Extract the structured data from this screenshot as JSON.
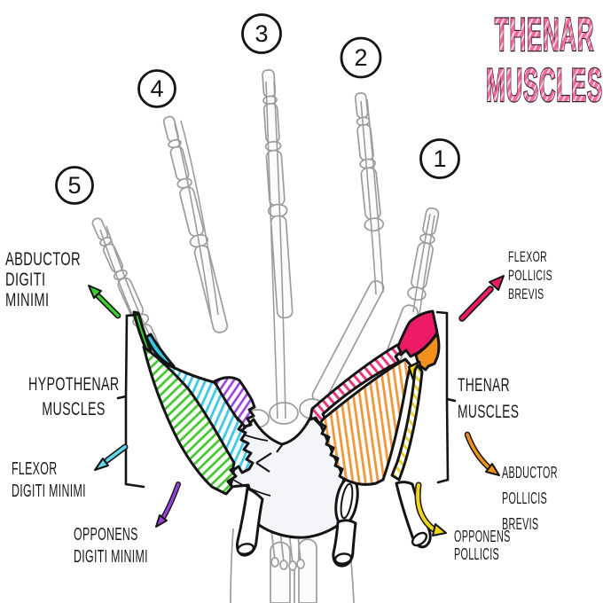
{
  "title": {
    "line1": "THENAR",
    "line2": "MUSCLES"
  },
  "finger_numbers": {
    "thumb": "1",
    "index": "2",
    "middle": "3",
    "ring": "4",
    "little": "5"
  },
  "labels": {
    "abductor_digiti_minimi": "ABDUCTOR\nDIGITI\nMINIMI",
    "hypothenar_muscles": "HYPOTHENAR\nMUSCLES",
    "flexor_digiti_minimi": "FLEXOR\nDIGITI MINIMI",
    "opponens_digiti_minimi": "OPPONENS\nDIGITI MINIMI",
    "flexor_pollicis_brevis": "FLEXOR\nPOLLICIS BREVIS",
    "thenar_muscles": "THENAR\nMUSCLES",
    "abductor_pollicis_brevis": "ABDUCTOR\nPOLLICIS BREVIS",
    "opponens_pollicis": "OPPONENS POLLICIS"
  },
  "muscle_regions": [
    {
      "name": "Abductor digiti minimi",
      "color": "#3ecb2d"
    },
    {
      "name": "Flexor digiti minimi",
      "color": "#3cc9e3"
    },
    {
      "name": "Opponens digiti minimi",
      "color": "#9a41df"
    },
    {
      "name": "Flexor pollicis brevis",
      "color": "#ec1a67"
    },
    {
      "name": "Abductor pollicis brevis",
      "color": "#f2901d"
    },
    {
      "name": "Opponens pollicis",
      "color": "#f0d518"
    }
  ],
  "colors": {
    "outline": "#141414",
    "skeleton": "#9c9c9c",
    "title_fill": "#f06a9b",
    "title_stripe": "#fbd3e2",
    "title_outline": "#36222e"
  }
}
